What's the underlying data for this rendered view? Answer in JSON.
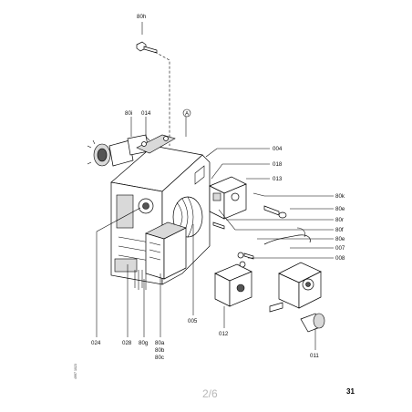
{
  "labels": {
    "l80h": "80h",
    "l80i": "80i",
    "l014": "014",
    "lA": "A",
    "l004": "004",
    "l018": "018",
    "l013": "013",
    "l80k": "80k",
    "l80e1": "80e",
    "l80r": "80r",
    "l80f": "80f",
    "l80e2": "80e",
    "l007": "007",
    "l008": "008",
    "l024": "024",
    "l028": "028",
    "l80g": "80g",
    "l80a": "80a",
    "l80b": "80b",
    "l80c": "80c",
    "l005": "005",
    "l012": "012",
    "l011": "011"
  },
  "doc_code": "4997 1023",
  "page_number": "31",
  "page_counter": "2/6"
}
